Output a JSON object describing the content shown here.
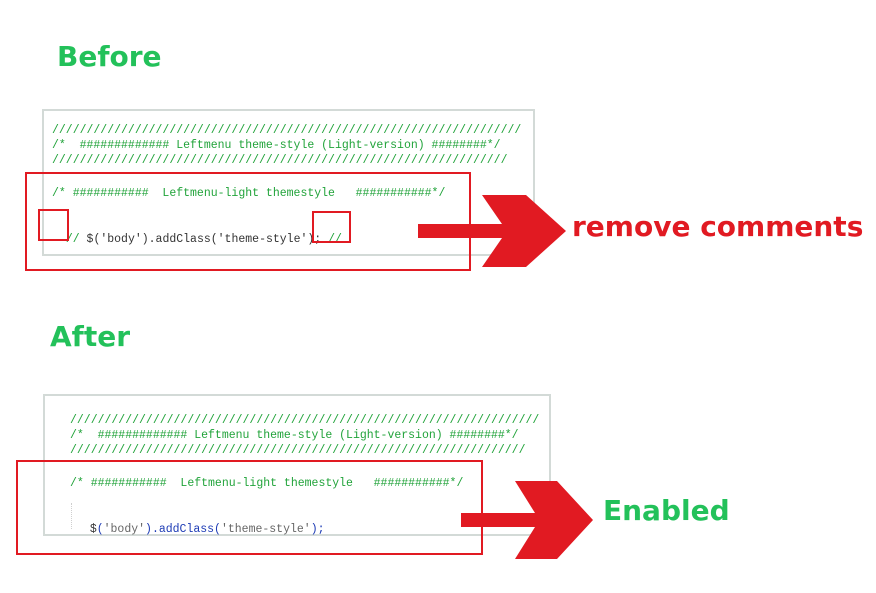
{
  "before": {
    "heading": "Before",
    "code": {
      "line1": "////////////////////////////////////////////////////////////////////",
      "line2": "/*  ############# Leftmenu theme-style (Light-version) ########*/",
      "line3": "//////////////////////////////////////////////////////////////////",
      "line4": "/* ###########  Leftmenu-light themestyle   ###########*/",
      "line5_comment_start": "//",
      "line5_dollar": "$",
      "line5_open": "('body').addClass('theme-style');",
      "line5_comment_end": "//"
    }
  },
  "after": {
    "heading": "After",
    "code": {
      "line1": "////////////////////////////////////////////////////////////////////",
      "line2": "/*  ############# Leftmenu theme-style (Light-version) ########*/",
      "line3": "//////////////////////////////////////////////////////////////////",
      "line4": "/* ###########  Leftmenu-light themestyle   ###########*/",
      "line5_dollar": "$",
      "line5_paren1": "(",
      "line5_str1": "'body'",
      "line5_mid": ").addClass(",
      "line5_str2": "'theme-style'",
      "line5_end": ");"
    }
  },
  "callouts": {
    "top": "remove comments",
    "bottom": "Enabled"
  },
  "colors": {
    "heading_green": "#23c15a",
    "annotation_red": "#e11a22",
    "code_green": "#21a33a"
  }
}
